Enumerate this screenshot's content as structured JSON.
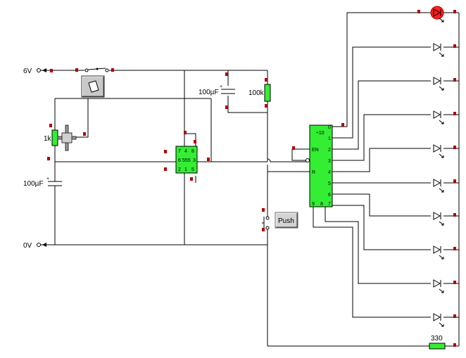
{
  "labels": {
    "supply_plus": "6V",
    "supply_minus": "0V",
    "resistor_1k": "1k",
    "cap_timing": "100µF",
    "cap_reset": "100µF",
    "resistor_100k": "100k",
    "resistor_330": "330",
    "timer_chip": "555",
    "counter_chip": "÷10",
    "push_button": "Push"
  },
  "timer_pins": [
    "7",
    "4",
    "8",
    "6",
    "3",
    "2",
    "1",
    "5"
  ],
  "counter_inputs": [
    "EN",
    "R"
  ],
  "counter_outputs": [
    "0",
    "1",
    "2",
    "3",
    "4",
    "5",
    "6",
    "9",
    "8",
    "7"
  ],
  "led_states": [
    "on",
    "off",
    "off",
    "off",
    "off",
    "off",
    "off",
    "off",
    "off",
    "off"
  ],
  "colors": {
    "wire": "#000000",
    "component": "#33ee33",
    "terminal": "#b00000",
    "led_lit": "#ff2020",
    "switch_body": "#c8c8c8"
  }
}
